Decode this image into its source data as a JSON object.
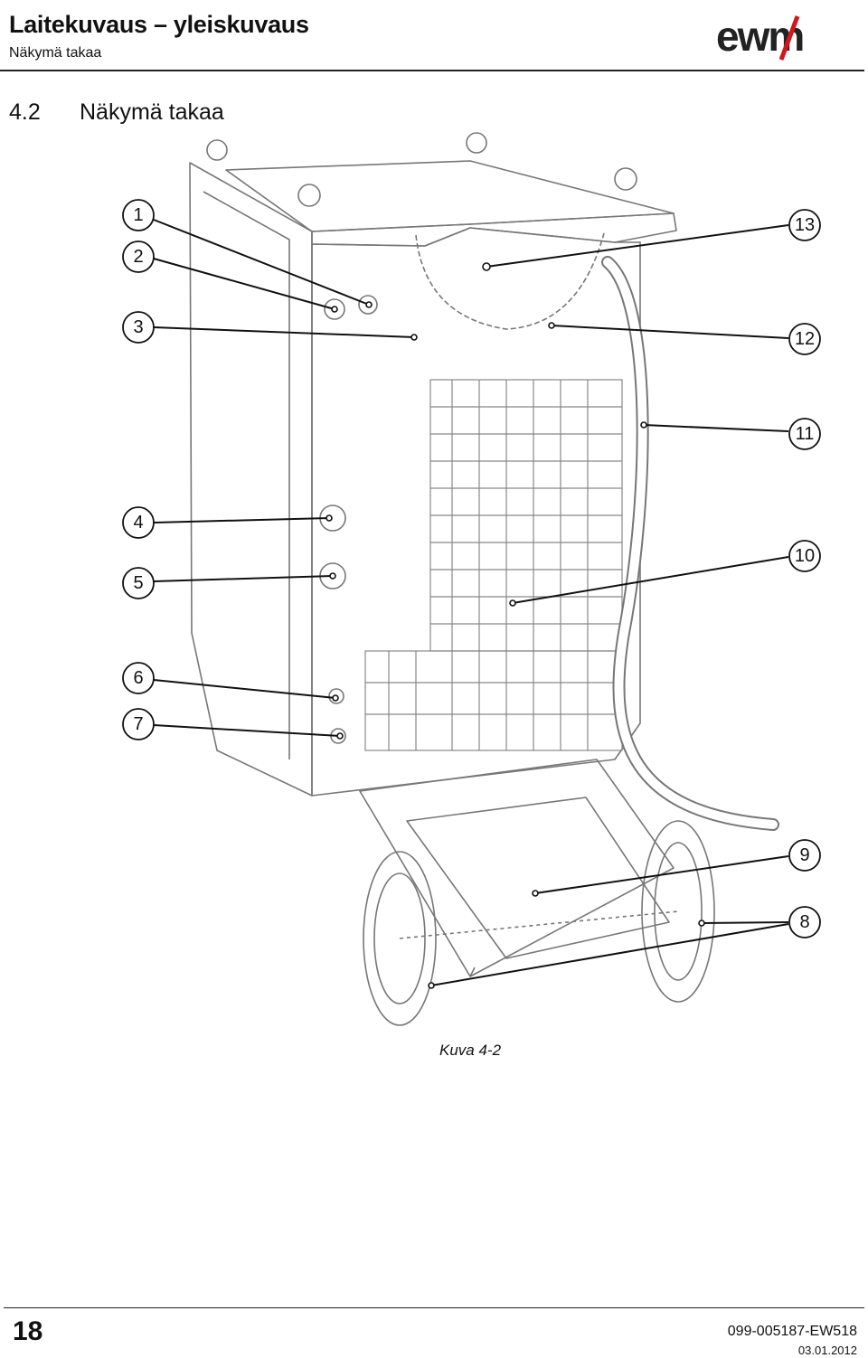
{
  "header": {
    "title": "Laitekuvaus – yleiskuvaus",
    "subtitle": "Näkymä takaa",
    "logo_text": "ewm"
  },
  "section": {
    "number": "4.2",
    "title": "Näkymä takaa"
  },
  "figure": {
    "caption": "Kuva 4-2",
    "callouts": [
      "1",
      "2",
      "3",
      "4",
      "5",
      "6",
      "7",
      "8",
      "9",
      "10",
      "11",
      "12",
      "13"
    ]
  },
  "footer": {
    "page_number": "18",
    "document_id": "099-005187-EW518",
    "date": "03.01.2012"
  },
  "colors": {
    "logo_red": "#d2161d",
    "line": "#111111",
    "drawing": "#777777"
  }
}
